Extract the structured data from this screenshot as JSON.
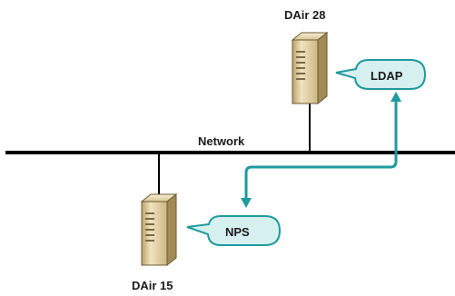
{
  "network": {
    "label": "Network"
  },
  "servers": {
    "top": {
      "label": "DAir 28",
      "icon": "server-tower-icon",
      "service": "LDAP"
    },
    "bottom": {
      "label": "DAir 15",
      "icon": "server-tower-icon",
      "service": "NPS"
    }
  },
  "colors": {
    "line": "#000000",
    "callout_fill": "#d6efef",
    "callout_stroke": "#1f9a9e",
    "arrow": "#1f9a9e",
    "server_face": "#d9c79a",
    "server_dark": "#6b5a35",
    "server_side": "#a18a55"
  }
}
